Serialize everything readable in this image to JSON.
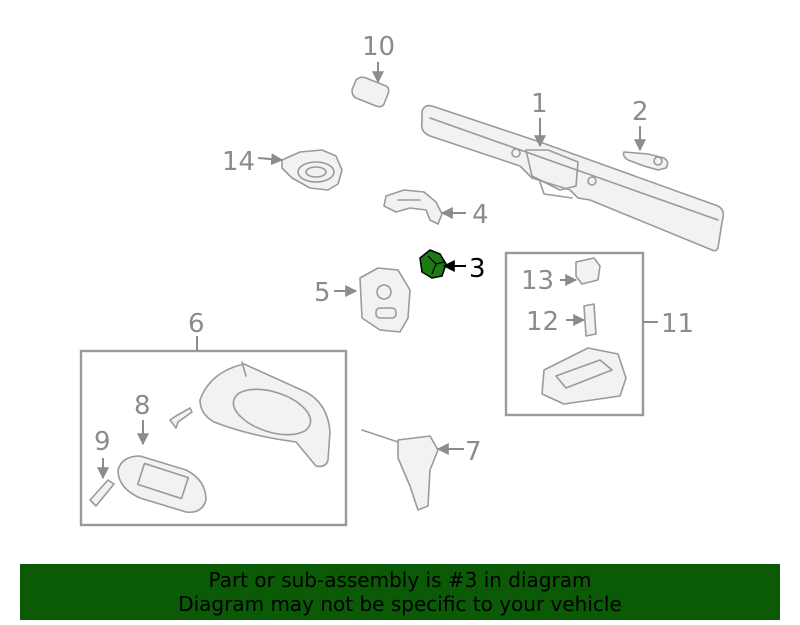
{
  "callouts": {
    "c1": "1",
    "c2": "2",
    "c3": "3",
    "c4": "4",
    "c5": "5",
    "c6": "6",
    "c7": "7",
    "c8": "8",
    "c9": "9",
    "c10": "10",
    "c11": "11",
    "c12": "12",
    "c13": "13",
    "c14": "14"
  },
  "highlight": {
    "part": "3",
    "color": "#1e7a12"
  },
  "banner": {
    "line1": "Part or sub-assembly is #3 in diagram",
    "line2": "Diagram may not be specific to your vehicle",
    "color": "#0a5a06"
  }
}
